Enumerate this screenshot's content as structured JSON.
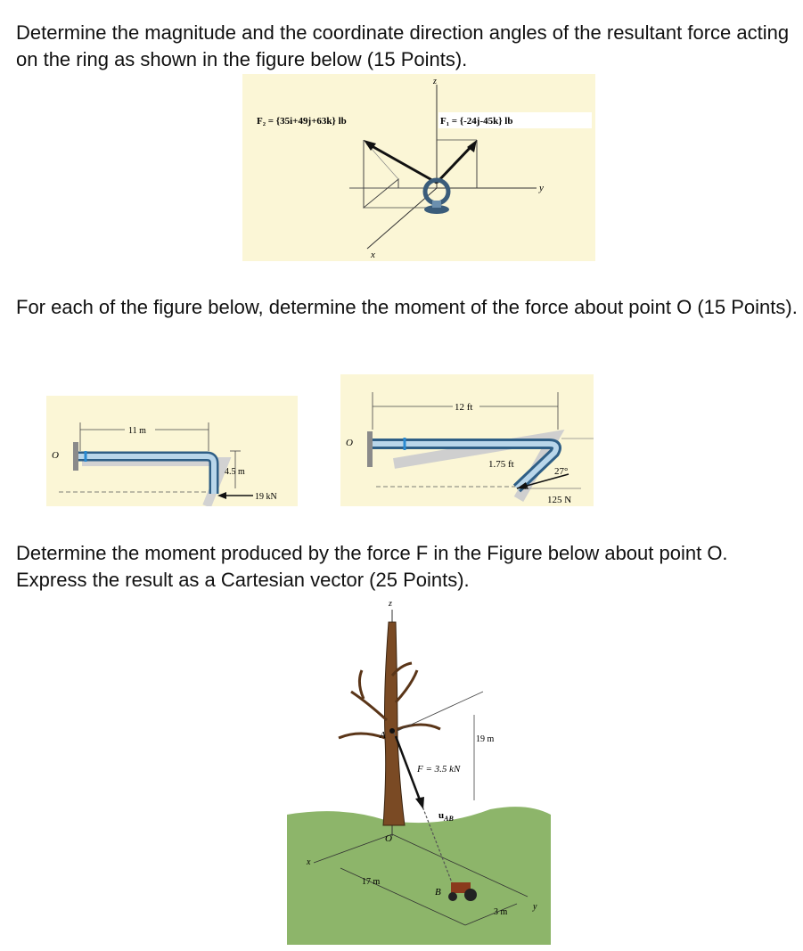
{
  "question1": {
    "text": "Determine the magnitude and the coordinate direction angles of the resultant force acting on the ring as shown in the figure below (15 Points).",
    "figure": {
      "z_label": "z",
      "y_label": "y",
      "x_label": "x",
      "f2_label": "F₂ = {35i+49j+63k} lb",
      "f1_label": "F₁ = {-24j-45k} lb"
    }
  },
  "question2": {
    "text": "For each of the figure below, determine the moment of the force about point O (15 Points).",
    "figure_a": {
      "o_label": "O",
      "length_label": "11 m",
      "height_label": "4.5 m",
      "force_label": "19 kN"
    },
    "figure_b": {
      "o_label": "O",
      "length_label": "12 ft",
      "offset_label": "1.75 ft",
      "angle_label": "27°",
      "force_label": "125 N"
    }
  },
  "question3": {
    "text": "Determine the moment produced by the force F in the Figure below about point O. Express the result as a Cartesian vector (25 Points).",
    "figure": {
      "z_label": "z",
      "x_label": "x",
      "y_label": "y",
      "a_label": "A",
      "o_label": "O",
      "b_label": "B",
      "height_label": "19 m",
      "force_label": "F = 3.5 kN",
      "unit_vector_label": "u",
      "unit_vector_sub": "AB",
      "x_dist_label": "17 m",
      "y_dist_label": "3 m"
    }
  }
}
